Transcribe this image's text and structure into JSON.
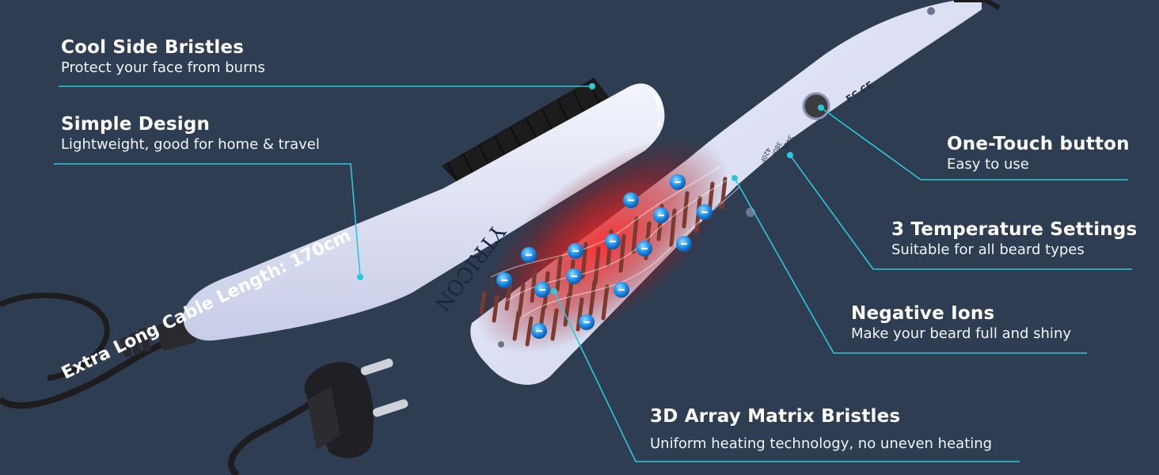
{
  "features": {
    "cool_side": {
      "title": "Cool Side Bristles",
      "desc": "Protect your face from burns"
    },
    "simple_design": {
      "title": "Simple Design",
      "desc": "Lightweight, good for home & travel"
    },
    "one_touch": {
      "title": "One-Touch button",
      "desc": "Easy to use"
    },
    "temperature": {
      "title": "3 Temperature Settings",
      "desc": "Suitable for all beard types"
    },
    "ions": {
      "title": "Negative Ions",
      "desc": "Make your beard full and shiny"
    },
    "array": {
      "title": "3D Array Matrix Bristles",
      "desc": "Uniform heating technology, no uneven heating"
    }
  },
  "cable_label": "Extra Long Cable Length: 170cm",
  "brand": "YTRICON",
  "temperature_marks": [
    "340F",
    "380F",
    "420F"
  ],
  "spec_label": "FC CE",
  "colors": {
    "background": "#2f3d52",
    "callout": "#2ec7d9",
    "device": "#dfe3f7",
    "bristle": "#7a3a30",
    "glow": "#e0262a",
    "ion": "#1e88e5"
  }
}
